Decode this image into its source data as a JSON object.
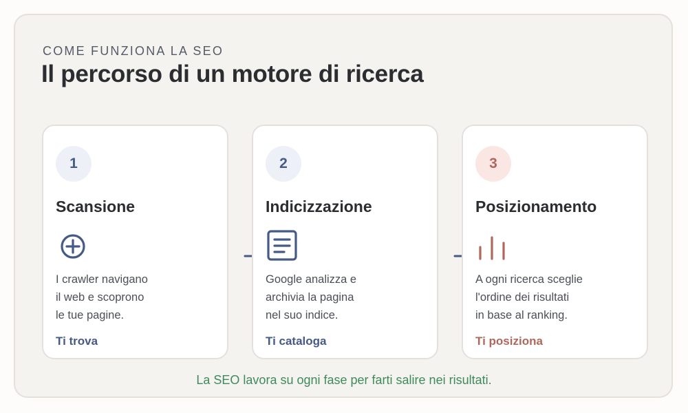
{
  "header": {
    "eyebrow": "COME FUNZIONA LA SEO",
    "title": "Il percorso di un motore di ricerca"
  },
  "steps": [
    {
      "number": "1",
      "title": "Scansione",
      "icon": "plus-circle-icon",
      "description": [
        "I crawler navigano",
        "il web e scoprono",
        "le tue pagine."
      ],
      "action": "Ti trova",
      "accent": "#455a86"
    },
    {
      "number": "2",
      "title": "Indicizzazione",
      "icon": "document-icon",
      "description": [
        "Google analizza e",
        "archivia la pagina",
        "nel suo indice."
      ],
      "action": "Ti cataloga",
      "accent": "#455a86"
    },
    {
      "number": "3",
      "title": "Posizionamento",
      "icon": "ranking-bars-icon",
      "description": [
        "A ogni ricerca sceglie",
        "l'ordine dei risultati",
        "in base al ranking."
      ],
      "action": "Ti posiziona",
      "accent": "#b0685d"
    }
  ],
  "footer": {
    "note": "La SEO lavora su ogni fase per farti salire nei risultati."
  },
  "colors": {
    "blue": "#455a86",
    "red": "#b0685d",
    "green": "#3f8a5c"
  }
}
